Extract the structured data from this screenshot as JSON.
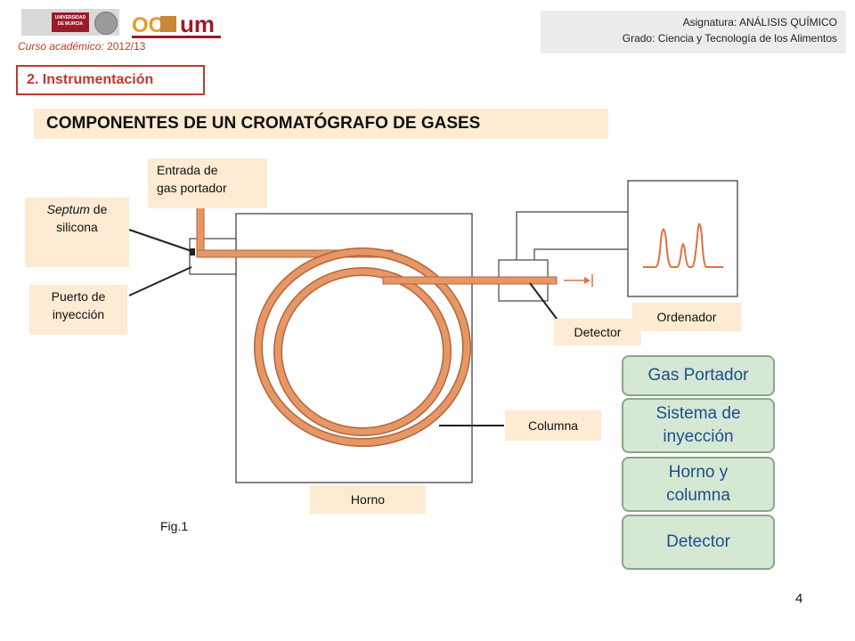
{
  "header": {
    "logo_university_text": "UNIVERSIDAD DE MURCIA",
    "logo_ocw_text": "OCW um",
    "course_label": "Curso académico:",
    "course_value": "2012/13",
    "subject_line": "Asignatura: ANÁLISIS QUÍMICO",
    "degree_line": "Grado: Ciencia y Tecnología de los Alimentos"
  },
  "section_title": "2. Instrumentación",
  "slide_title": "COMPONENTES DE UN CROMATÓGRAFO DE GASES",
  "diagram_labels": {
    "carrier_inlet_1": "Entrada de",
    "carrier_inlet_2": "gas portador",
    "septum_italic": "Septum",
    "septum_rest": " de",
    "septum_2": "silicona",
    "port_1": "Puerto de",
    "port_2": "inyección",
    "computer": "Ordenador",
    "detector": "Detector",
    "column": "Columna",
    "oven": "Horno"
  },
  "figure_caption": "Fig.1",
  "components": [
    {
      "line1": "Gas Portador",
      "line2": ""
    },
    {
      "line1": "Sistema de",
      "line2": "inyección"
    },
    {
      "line1": "Horno y",
      "line2": "columna"
    },
    {
      "line1": "Detector",
      "line2": ""
    }
  ],
  "page_number": "4",
  "colors": {
    "accent_red": "#c0392b",
    "label_bg": "#fdebd3",
    "step_bg": "#d5e8d4",
    "step_text": "#1f4f8b",
    "column_tube": "#e59866",
    "chromatogram": "#e07040"
  }
}
